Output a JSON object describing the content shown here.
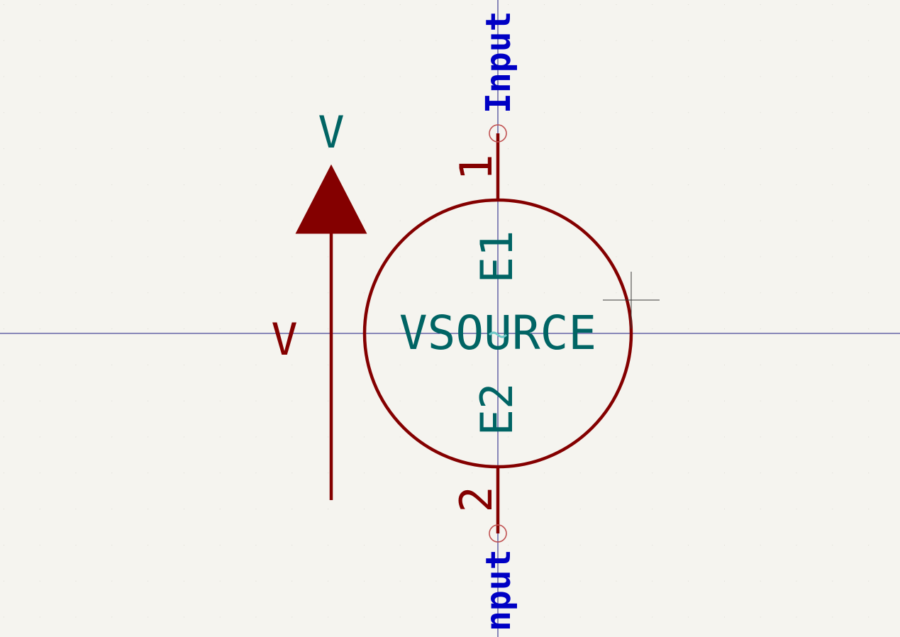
{
  "schematic": {
    "symbol_name": "VSOURCE",
    "reference_top": "E1",
    "reference_bottom": "E2",
    "pin_top": {
      "number": "1",
      "net_label": "Input"
    },
    "pin_bottom": {
      "number": "2",
      "net_label": "nput"
    },
    "arrow_label_top": "V",
    "arrow_label_side": "V"
  },
  "colors": {
    "background": "#f5f4ef",
    "grid_dot": "#c9c8c0",
    "symbol_body": "#840000",
    "field_text": "#006464",
    "net_label": "#0000c4",
    "axis_line": "#1a1a80",
    "pin_end_circle": "#c05050",
    "cursor": "#3a3a3a"
  }
}
